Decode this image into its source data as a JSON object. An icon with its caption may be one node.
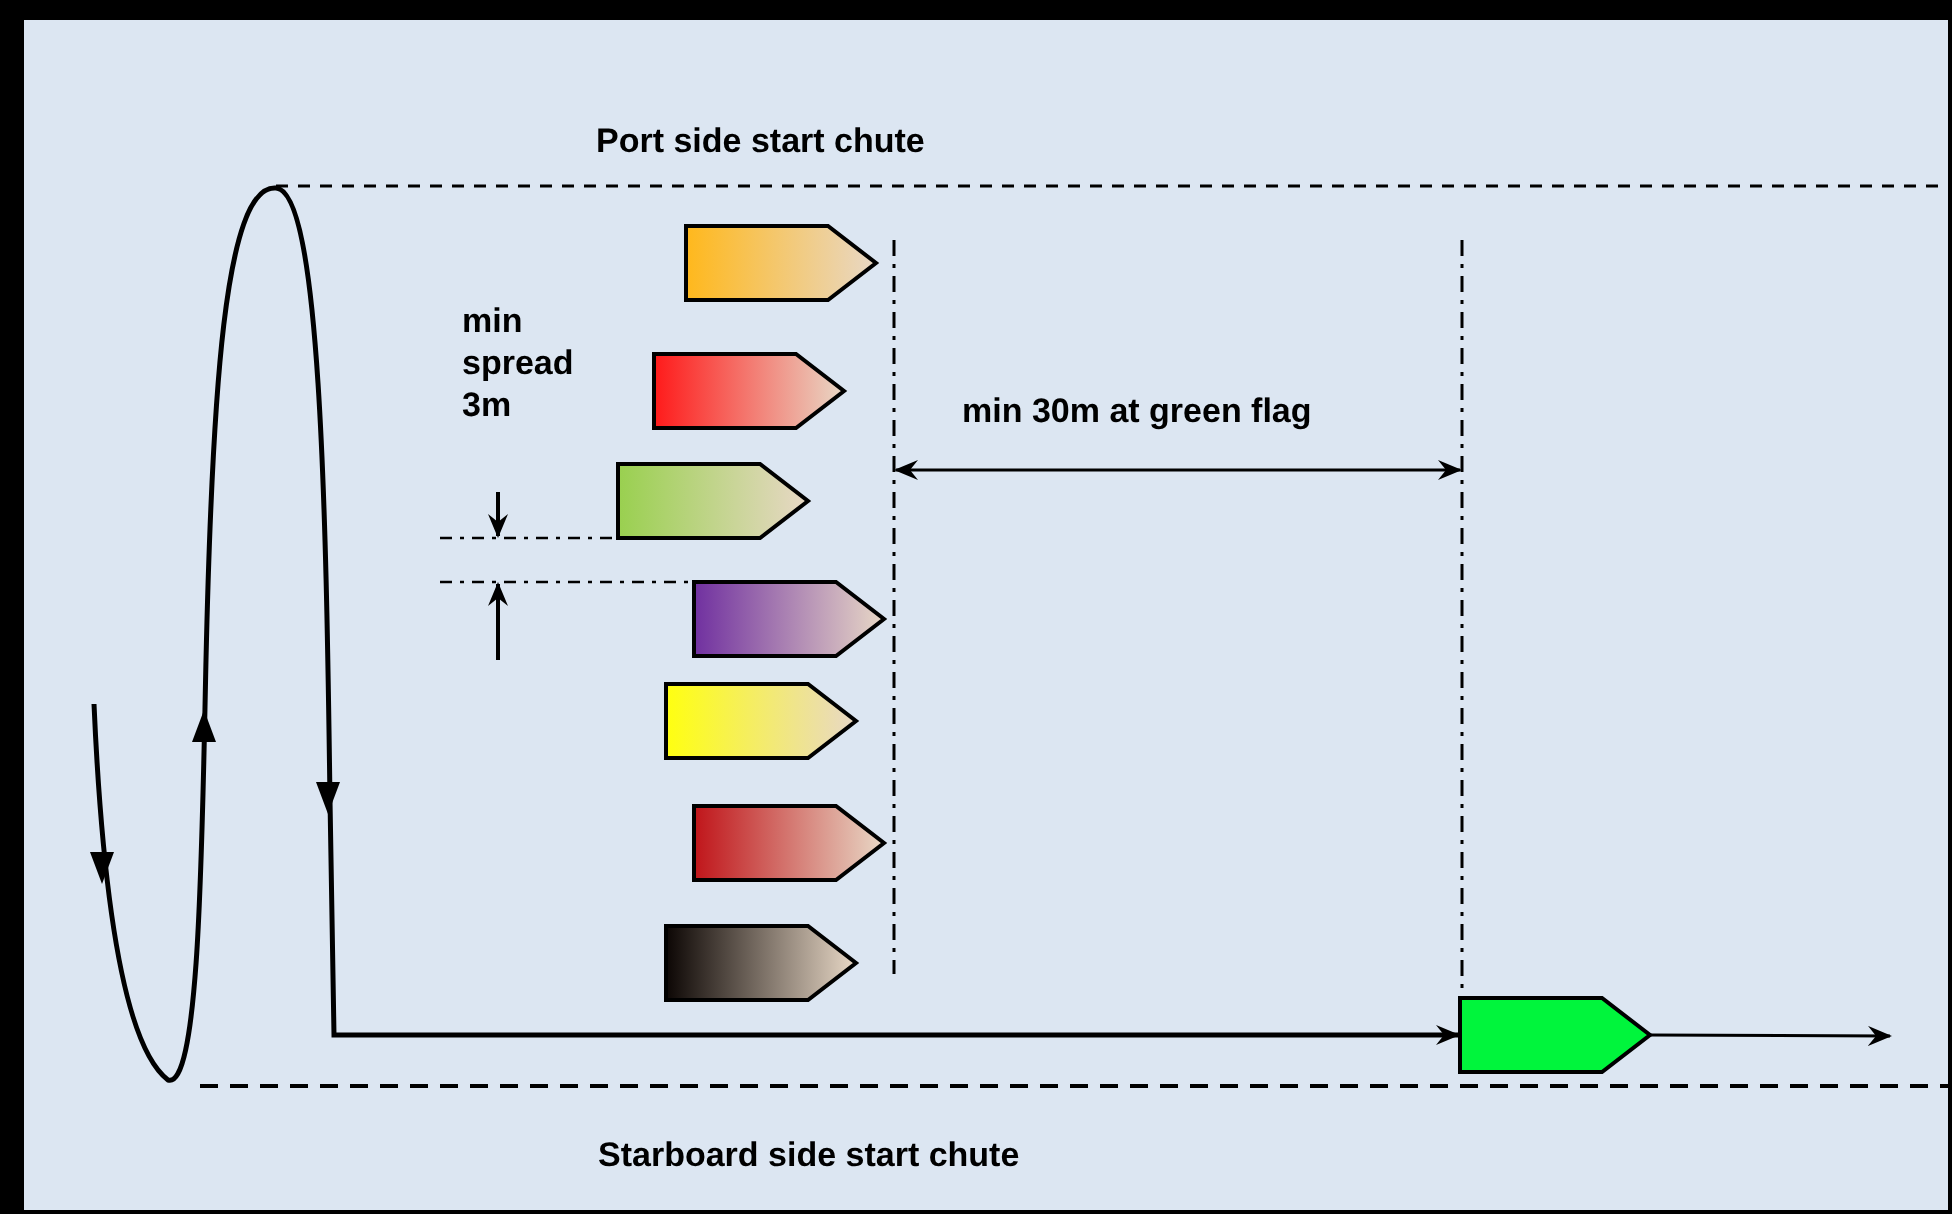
{
  "diagram": {
    "nodes": [
      {
        "text": [],
        "shape": "boat"
      },
      {
        "text": [],
        "shape": "boat"
      },
      {
        "text": [],
        "shape": "boat"
      },
      {
        "text": [],
        "shape": "boat"
      },
      {
        "text": [],
        "shape": "boat"
      },
      {
        "text": [],
        "shape": "boat"
      },
      {
        "text": [],
        "shape": "boat"
      },
      {
        "text": [],
        "shape": "boat"
      }
    ],
    "edges": [
      {
        "from": null,
        "to": 7,
        "arrow": "to"
      },
      {
        "from": 7,
        "to": null,
        "arrow": "to"
      }
    ],
    "labels": [
      "Port side start chute",
      "min spread 3m",
      "min 30m at green flag",
      "Starboard side start chute"
    ]
  }
}
